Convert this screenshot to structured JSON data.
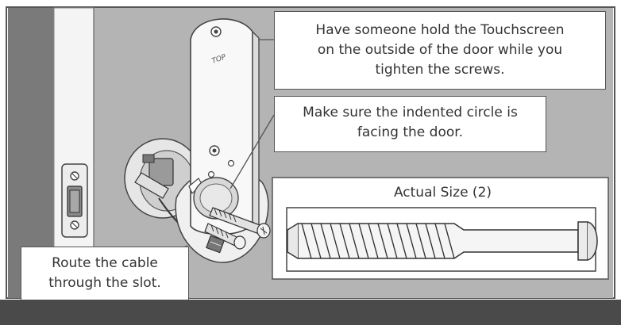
{
  "callouts": {
    "hold_screen": {
      "lines": [
        "Have someone hold the Touchscreen",
        "on the outside of the door while you",
        "tighten the screws."
      ]
    },
    "indented_circle": {
      "lines": [
        "Make sure the indented circle is",
        "facing the door."
      ]
    },
    "route_cable": {
      "lines": [
        "Route the cable",
        "through the slot."
      ]
    }
  },
  "plate_text": "TOP",
  "actual_size": {
    "label": "Actual Size (2)"
  },
  "colors": {
    "background": "#ffffff",
    "door_gray": "#b4b4b4",
    "door_dark": "#7a7a7a",
    "frame_border": "#555555",
    "bottom_bar": "#4a4a4a"
  }
}
